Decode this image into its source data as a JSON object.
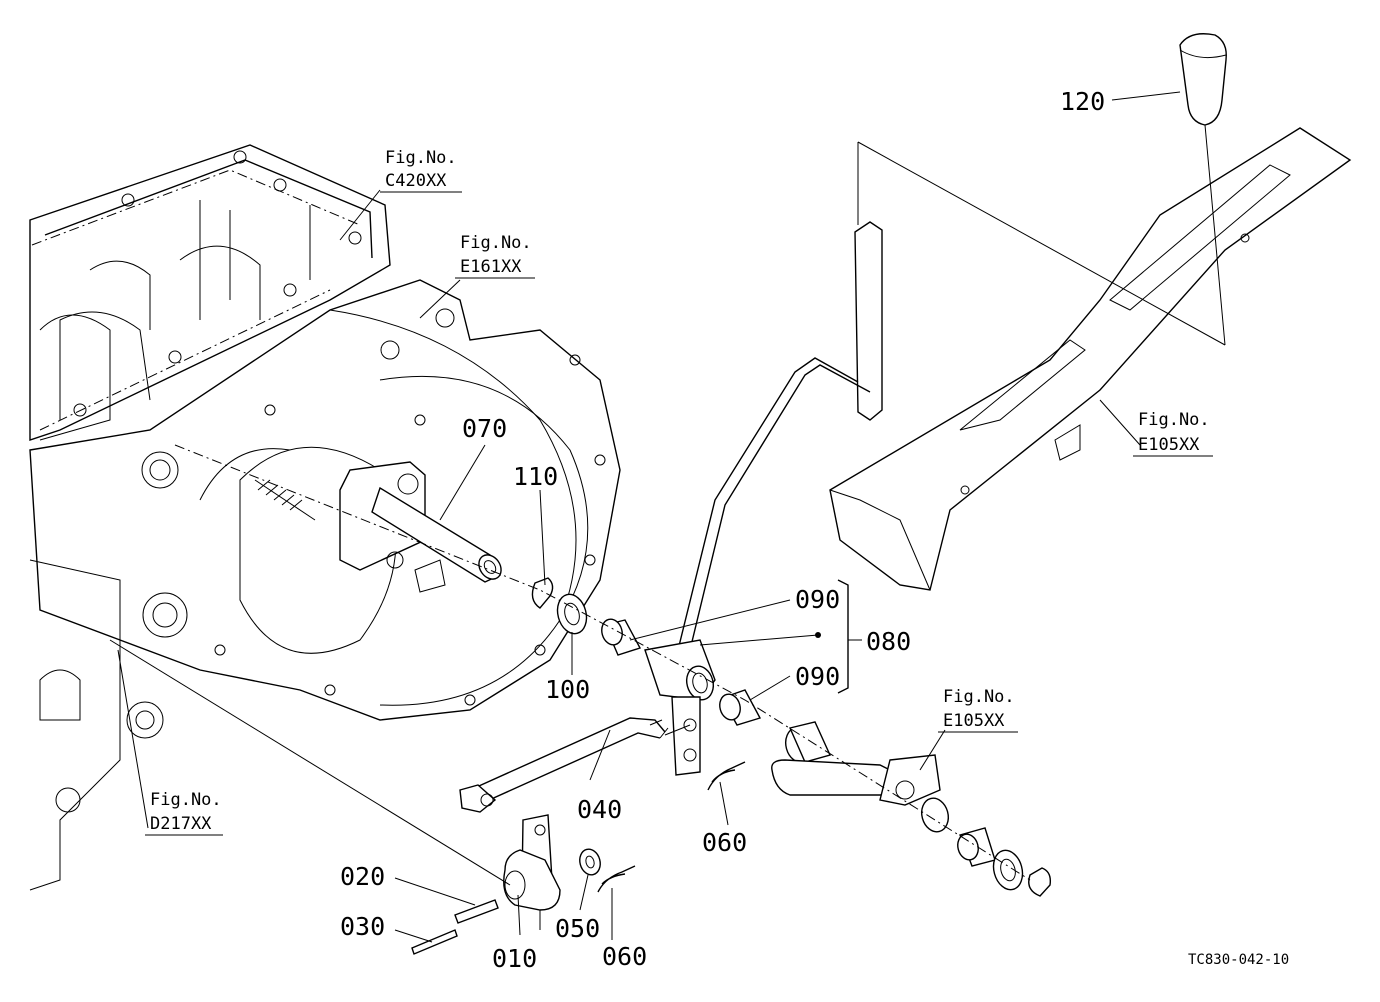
{
  "parts": {
    "p010": "010",
    "p020": "020",
    "p030": "030",
    "p040": "040",
    "p050": "050",
    "p060a": "060",
    "p060b": "060",
    "p070": "070",
    "p080": "080",
    "p090a": "090",
    "p090b": "090",
    "p100": "100",
    "p110": "110",
    "p120": "120"
  },
  "figure_refs": {
    "c420": {
      "label": "Fig.No.",
      "code": "C420XX"
    },
    "e161": {
      "label": "Fig.No.",
      "code": "E161XX"
    },
    "e105_top": {
      "label": "Fig.No.",
      "code": "E105XX"
    },
    "e105_bottom": {
      "label": "Fig.No.",
      "code": "E105XX"
    },
    "d217": {
      "label": "Fig.No.",
      "code": "D217XX"
    }
  },
  "drawing_code": "TC830-042-10"
}
